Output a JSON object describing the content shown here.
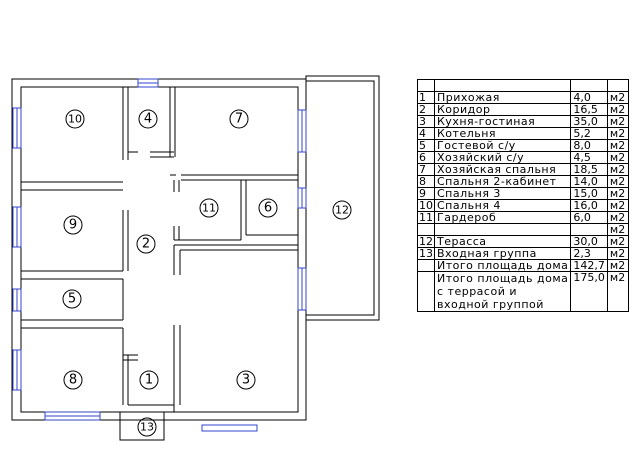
{
  "room_labels": [
    "1",
    "2",
    "3",
    "4",
    "5",
    "6",
    "7",
    "8",
    "9",
    "10",
    "11",
    "12",
    "13"
  ],
  "table": {
    "rows": [
      {
        "num": "",
        "name": "",
        "area": "",
        "unit": ""
      },
      {
        "num": "1",
        "name": "Прихожая",
        "area": "4,0",
        "unit": "м2"
      },
      {
        "num": "2",
        "name": "Коридор",
        "area": "16,5",
        "unit": "м2"
      },
      {
        "num": "3",
        "name": "Кухня-гостиная",
        "area": "35,0",
        "unit": "м2"
      },
      {
        "num": "4",
        "name": "Котельня",
        "area": "5,2",
        "unit": "м2"
      },
      {
        "num": "5",
        "name": "Гостевой с/у",
        "area": "8,0",
        "unit": "м2"
      },
      {
        "num": "6",
        "name": "Хозяйский с/у",
        "area": "4,5",
        "unit": "м2"
      },
      {
        "num": "7",
        "name": "Хозяйская спальня",
        "area": "18,5",
        "unit": "м2"
      },
      {
        "num": "8",
        "name": "Спальня 2-кабинет",
        "area": "14,0",
        "unit": "м2"
      },
      {
        "num": "9",
        "name": "Спальня 3",
        "area": "15,0",
        "unit": "м2"
      },
      {
        "num": "10",
        "name": "Спальня 4",
        "area": "16,0",
        "unit": "м2"
      },
      {
        "num": "11",
        "name": "Гардероб",
        "area": "6,0",
        "unit": "м2"
      },
      {
        "num": "",
        "name": "",
        "area": "",
        "unit": "м2"
      },
      {
        "num": "12",
        "name": "Терасса",
        "area": "30,0",
        "unit": "м2"
      },
      {
        "num": "13",
        "name": "Входная группа",
        "area": "2,3",
        "unit": "м2"
      },
      {
        "num": "",
        "name": "Итого площадь дома",
        "area": "142,7",
        "unit": "м2"
      }
    ],
    "total": {
      "name": "Итого площадь дома с террасой и входной группой",
      "area": "175,0",
      "unit": "м2"
    }
  }
}
